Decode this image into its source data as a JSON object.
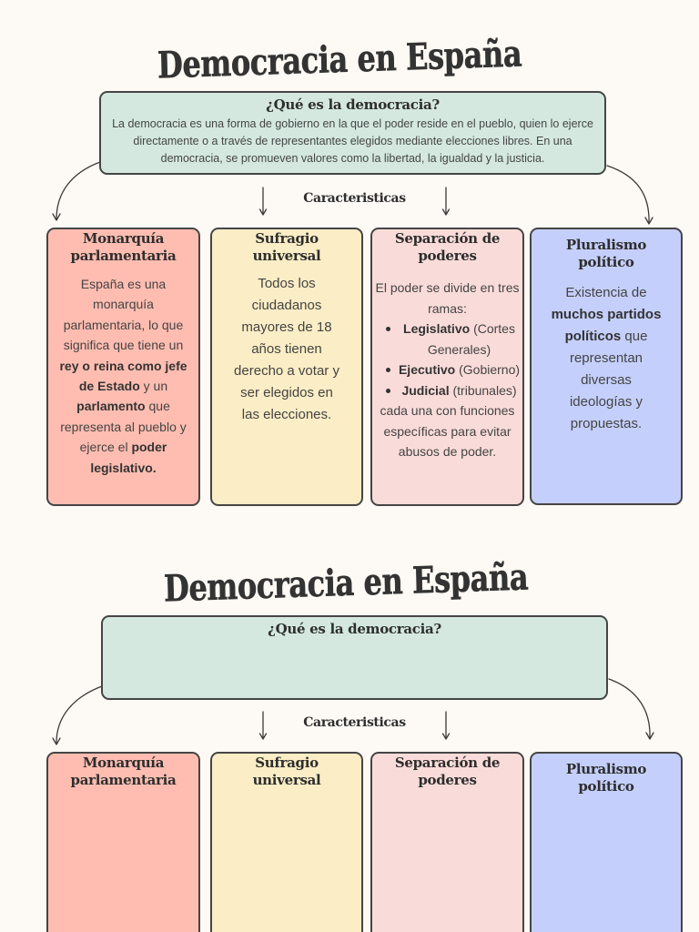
{
  "sections": [
    {
      "title": "Democracia en España",
      "definition": {
        "heading": "¿Qué es la democracia?",
        "text": "La democracia es una forma de gobierno en la que el poder reside en el pueblo, quien lo ejerce directamente o a través de representantes elegidos mediante elecciones libres. En una democracia, se promueven valores como la libertad, la igualdad y la justicia.",
        "color": "#d4e8e0"
      },
      "characteristics_label": "Caracteristicas",
      "cards": [
        {
          "title": "Monarquía parlamentaria",
          "color": "#ffbdb1",
          "body": [
            "España es una monarquía parlamentaria, lo que significa que tiene un ",
            "rey o reina como jefe de Estado",
            " y un ",
            "parlamento",
            " que representa al pueblo y ejerce el ",
            "poder legislativo."
          ]
        },
        {
          "title": "Sufragio universal",
          "color": "#fbedc5",
          "body": [
            "Todos los ciudadanos mayores de 18 años tienen derecho a votar y ser elegidos en las elecciones."
          ]
        },
        {
          "title": "Separación de poderes",
          "color": "#f9dcd9",
          "intro": "El poder se divide en tres ramas:",
          "branches": [
            {
              "name": "Legislativo",
              "detail": "(Cortes Generales)"
            },
            {
              "name": "Ejecutivo",
              "detail": "(Gobierno)"
            },
            {
              "name": "Judicial",
              "detail": "(tribunales)"
            }
          ],
          "outro": "cada una con funciones específicas para evitar abusos de poder."
        },
        {
          "title": "Pluralismo político",
          "color": "#c5cffb",
          "body": [
            "Existencia de ",
            "muchos partidos políticos",
            " que representan diversas ideologías y propuestas."
          ]
        }
      ]
    },
    {
      "title": "Democracia en España",
      "definition": {
        "heading": "¿Qué es la democracia?",
        "color": "#d4e8e0"
      },
      "characteristics_label": "Caracteristicas",
      "cards": [
        {
          "title": "Monarquía parlamentaria",
          "color": "#ffbdb1"
        },
        {
          "title": "Sufragio universal",
          "color": "#fbedc5"
        },
        {
          "title": "Separación de poderes",
          "color": "#f9dcd9"
        },
        {
          "title": "Pluralismo político",
          "color": "#c5cffb"
        }
      ]
    }
  ]
}
